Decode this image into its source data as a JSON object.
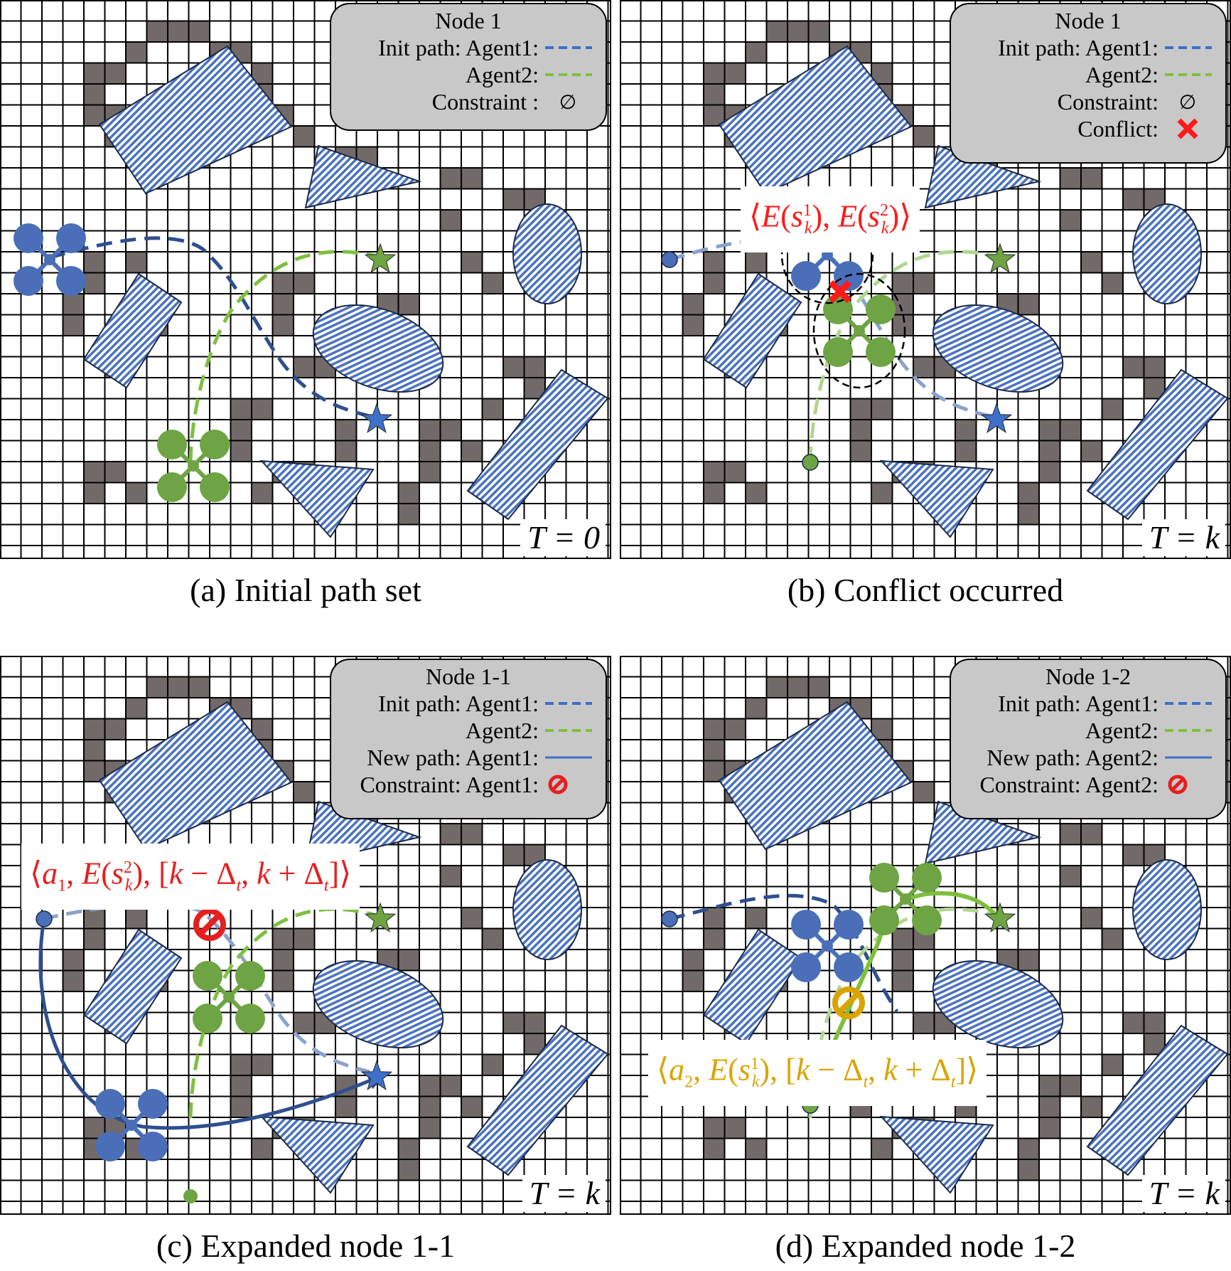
{
  "colors": {
    "agent1": "#4a6fb8",
    "agent1_dark": "#2e4f8f",
    "agent2": "#6ea443",
    "agent2_path": "#7fbf3f",
    "obstacle_fill": "#4a72c0",
    "padding_gray": "#726a68",
    "legend_bg": "#c8c8c8",
    "conflict": "#ff1a1a",
    "constraint_a1": "#e51f1f",
    "constraint_a2": "#d9a400"
  },
  "panels": [
    {
      "caption": "(a) Initial path set",
      "time_label": "T = 0",
      "legend": {
        "title": "Node 1",
        "rows": [
          {
            "text": "Init path: Agent1:",
            "symbol": "dash-blue"
          },
          {
            "text": "Agent2:",
            "symbol": "dash-green"
          },
          {
            "text": "Constraint :",
            "symbol": "empty-set",
            "symbol_text": "∅"
          }
        ]
      }
    },
    {
      "caption": "(b) Conflict occurred",
      "time_label": "T = k",
      "legend": {
        "title": "Node 1",
        "rows": [
          {
            "text": "Init path: Agent1:",
            "symbol": "dash-blue"
          },
          {
            "text": "Agent2:",
            "symbol": "dash-green"
          },
          {
            "text": "Constraint:",
            "symbol": "empty-set",
            "symbol_text": "∅"
          },
          {
            "text": "Conflict:",
            "symbol": "cross-red"
          }
        ]
      },
      "annotation": "⟨E(s_k^1), E(s_k^2)⟩"
    },
    {
      "caption": "(c) Expanded node 1-1",
      "time_label": "T = k",
      "legend": {
        "title": "Node 1-1",
        "rows": [
          {
            "text": "Init path: Agent1:",
            "symbol": "dash-blue"
          },
          {
            "text": "Agent2:",
            "symbol": "dash-green"
          },
          {
            "text": "New path: Agent1:",
            "symbol": "solid-blue"
          },
          {
            "text": "Constraint: Agent1:",
            "symbol": "prohibit-red"
          }
        ]
      },
      "annotation": "⟨a1, E(s_k^2), [k − Δt, k + Δt]⟩"
    },
    {
      "caption": "(d) Expanded node 1-2",
      "time_label": "T = k",
      "legend": {
        "title": "Node 1-2",
        "rows": [
          {
            "text": "Init path: Agent1:",
            "symbol": "dash-blue"
          },
          {
            "text": "Agent2:",
            "symbol": "dash-green"
          },
          {
            "text": "New path: Agent2:",
            "symbol": "solid-blue"
          },
          {
            "text": "Constraint: Agent2:",
            "symbol": "prohibit-red"
          }
        ]
      },
      "annotation": "⟨a2, E(s_k^1), [k − Δt, k + Δt]⟩"
    }
  ]
}
